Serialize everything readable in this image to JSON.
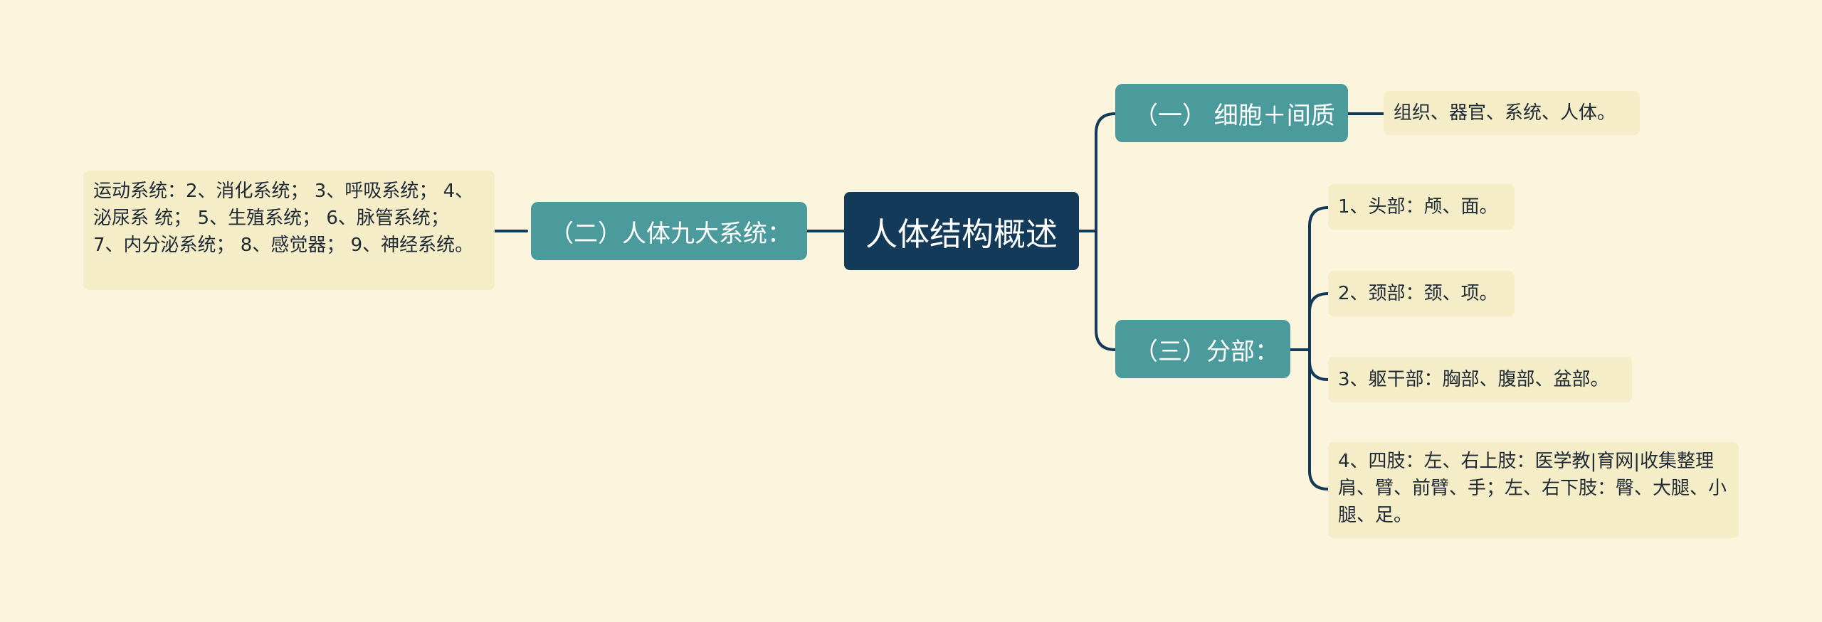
{
  "mindmap": {
    "root": {
      "label": "人体结构概述"
    },
    "branches": [
      {
        "label": "（一） 细胞＋间质",
        "children": [
          {
            "label": "组织、器官、系统、人体。"
          }
        ]
      },
      {
        "label": "（二）人体九大系统：",
        "children": [
          {
            "label": "运动系统：2、消化系统； 3、呼吸系统； 4、泌尿系 统； 5、生殖系统； 6、脉管系统； 7、内分泌系统； 8、感觉器； 9、神经系统。"
          }
        ]
      },
      {
        "label": "（三）分部：",
        "children": [
          {
            "label": "1、头部：颅、面。"
          },
          {
            "label": "2、颈部：颈、项。"
          },
          {
            "label": "3、躯干部：胸部、腹部、盆部。"
          },
          {
            "label": "4、四肢：左、右上肢：医学教|育网|收集整理肩、臂、前臂、手；左、右下肢：臀、大腿、小腿、足。"
          }
        ]
      }
    ]
  },
  "colors": {
    "background": "#fbf5dd",
    "root": "#143a59",
    "branch": "#4b9b9c",
    "leaf": "#f5ecc8",
    "connector": "#143a59"
  }
}
